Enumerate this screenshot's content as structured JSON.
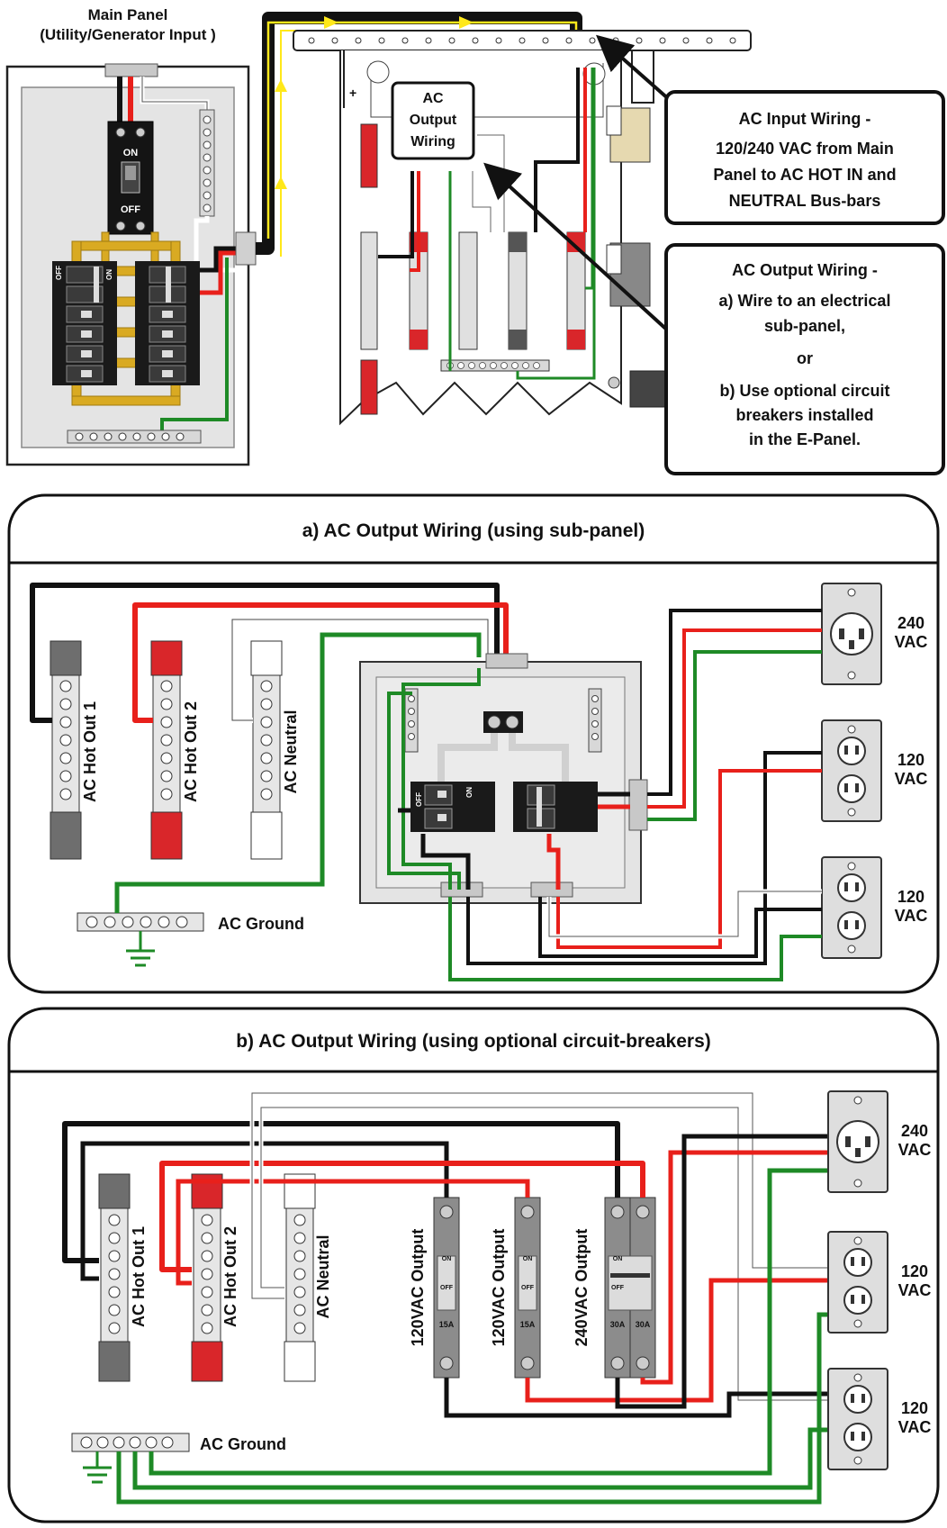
{
  "main_panel": {
    "title_line1": "Main Panel",
    "title_line2": "(Utility/Generator Input )",
    "switch_on": "ON",
    "switch_off": "OFF",
    "breaker_on": "ON",
    "breaker_off": "OFF"
  },
  "epanel_label": {
    "line1": "AC",
    "line2": "Output",
    "line3": "Wiring"
  },
  "callout_input": {
    "line1": "AC Input Wiring -",
    "line2": "120/240 VAC from Main",
    "line3": "Panel to AC HOT IN and",
    "line4": "NEUTRAL Bus-bars"
  },
  "callout_output": {
    "line1": "AC Output Wiring -",
    "line2": "a) Wire to an electrical",
    "line3": "sub-panel,",
    "line4": "or",
    "line5": "b) Use optional circuit",
    "line6": "breakers installed",
    "line7": "in the E-Panel."
  },
  "section_a": {
    "title": "a) AC Output Wiring (using sub-panel)",
    "bus_hot1": "AC Hot Out 1",
    "bus_hot2": "AC Hot Out 2",
    "bus_neutral": "AC Neutral",
    "ground": "AC Ground",
    "outlet1": {
      "l1": "240",
      "l2": "VAC"
    },
    "outlet2": {
      "l1": "120",
      "l2": "VAC"
    },
    "outlet3": {
      "l1": "120",
      "l2": "VAC"
    },
    "breaker_on": "ON",
    "breaker_off": "OFF"
  },
  "section_b": {
    "title": "b) AC Output Wiring (using optional circuit-breakers)",
    "bus_hot1": "AC Hot Out 1",
    "bus_hot2": "AC Hot Out 2",
    "bus_neutral": "AC Neutral",
    "ground": "AC Ground",
    "breaker1": "120VAC Output",
    "breaker2": "120VAC Output",
    "breaker3": "240VAC Output",
    "rating1": "15A",
    "rating2": "15A",
    "rating3a": "30A",
    "rating3b": "30A",
    "on": "ON",
    "off": "OFF",
    "outlet1": {
      "l1": "240",
      "l2": "VAC"
    },
    "outlet2": {
      "l1": "120",
      "l2": "VAC"
    },
    "outlet3": {
      "l1": "120",
      "l2": "VAC"
    }
  },
  "colors": {
    "hot1": "#111111",
    "hot2": "#e8201b",
    "neutral": "#ffffff",
    "ground": "#1e8a26",
    "bus_red": "#d9262a",
    "bus_gray": "#6e6e6e",
    "panel_fill": "#e4e4e4",
    "arrow_yellow": "#ffe81a",
    "bar_yellow": "#d9aa22",
    "outlet_fill": "#dedede"
  }
}
